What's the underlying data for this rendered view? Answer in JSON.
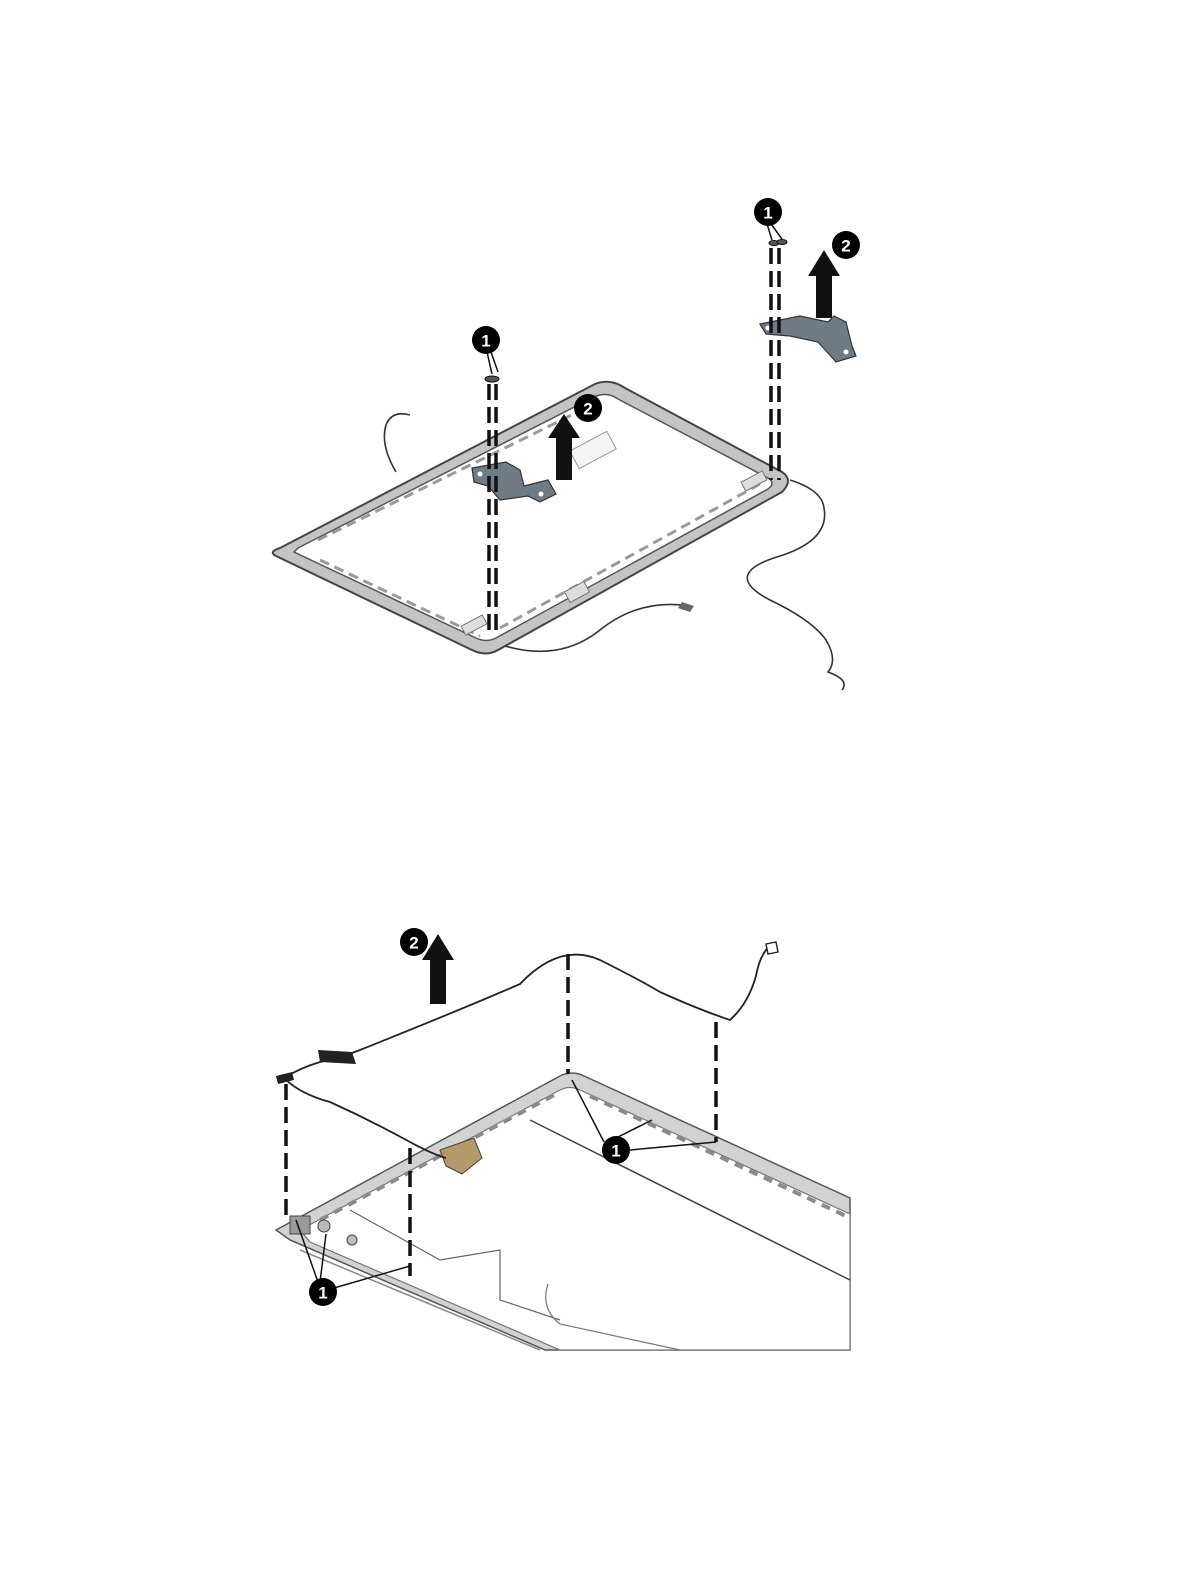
{
  "figures": [
    {
      "id": "display-hinge-removal",
      "callouts": [
        "1",
        "2",
        "1",
        "2"
      ]
    },
    {
      "id": "display-cable-removal",
      "callouts": [
        "2",
        "1",
        "1"
      ]
    }
  ],
  "colors": {
    "line": "#111111",
    "bezel_outer": "#555555",
    "bezel_fill": "#bdbdbd",
    "bezel_inner": "#eeeeee",
    "part": "#6f7b85",
    "callout": "#000000"
  }
}
